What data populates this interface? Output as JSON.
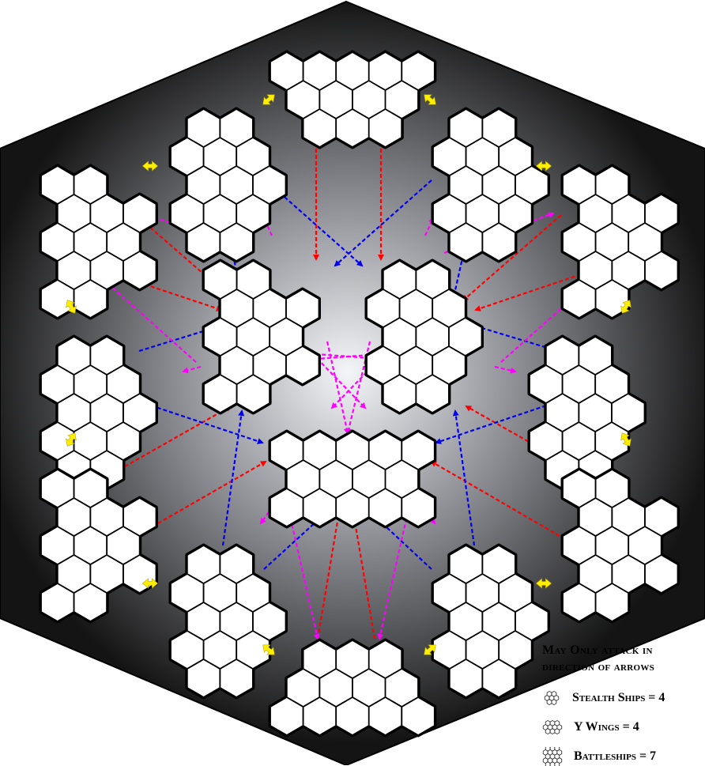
{
  "colors": {
    "background_center": "#f4f5f8",
    "background_mid": "#8e9096",
    "background_edge": "#141414",
    "cell_fill": "#ffffff",
    "cell_border": "#000000",
    "arrow_red": "#ff0000",
    "arrow_blue": "#0000ee",
    "arrow_magenta": "#ff00ff",
    "connector": "#ffee00"
  },
  "legend": {
    "title_line1": "May Only attack in",
    "title_line2": "direction of arrows",
    "items": [
      {
        "label": "Stealth Ships = 4",
        "icon": "stealth-ship-icon"
      },
      {
        "label": "Y Wings = 4",
        "icon": "y-wing-icon"
      },
      {
        "label": "Battleships = 7",
        "icon": "battleship-icon"
      }
    ]
  }
}
